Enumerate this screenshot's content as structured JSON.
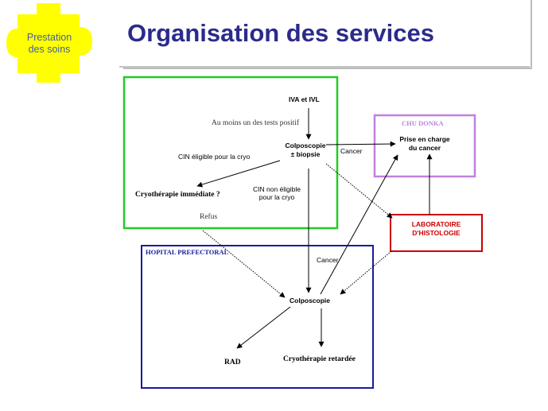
{
  "badge": {
    "label_line1": "Prestation",
    "label_line2": "des soins",
    "color": "#ffff00"
  },
  "title": "Organisation des services",
  "boxes": {
    "hospital": {
      "label": "HOPITAL PREFECTORAL",
      "color": "#1a1aa0"
    },
    "chu": {
      "label": "CHU DONKA",
      "color": "#c080e0"
    },
    "lab": {
      "line1": "LABORATOIRE",
      "line2": "D'HISTOLOGIE",
      "color": "#cc0000"
    },
    "health_center": {
      "color": "#22cc22"
    }
  },
  "nodes": {
    "iva_ivl": "IVA et IVL",
    "colpo_biopsy_line1": "Colposcopie",
    "colpo_biopsy_line2": "± biopsie",
    "cryo_immediate": "Cryothérapie immédiate ?",
    "prise_line1": "Prise en charge",
    "prise_line2": "du cancer",
    "colpo_hospital": "Colposcopie",
    "rad": "RAD",
    "cryo_delayed": "Cryothérapie retardée"
  },
  "edge_labels": {
    "positive_test": "Au moins un des tests positif",
    "cin_eligible": "CIN éligible pour la cryo",
    "cin_not_eligible_line1": "CIN non éligible",
    "cin_not_eligible_line2": "pour la cryo",
    "cancer_1": "Cancer",
    "refus": "Refus",
    "cancer_2": "Cancer"
  }
}
